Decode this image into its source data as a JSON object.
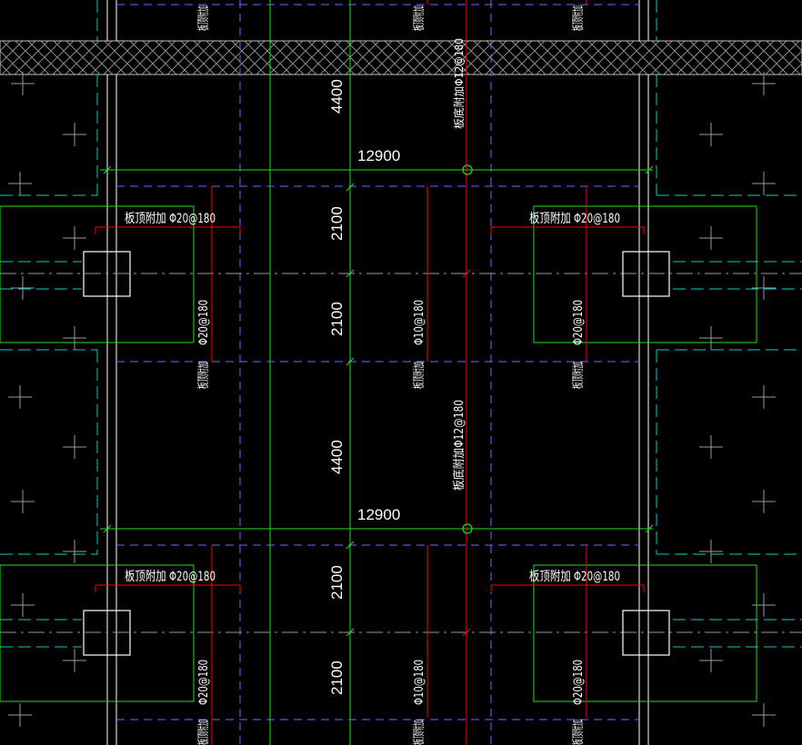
{
  "colors": {
    "background": "#000000",
    "white": "#ffffff",
    "red": "#ff0000",
    "green": "#00ff00",
    "cyan": "#00cccc",
    "blue_dash": "#6b6bff",
    "grey": "#9a9a9a",
    "hatch": "#8a8a8a"
  },
  "labels": {
    "dim_horizontal": "12900",
    "dim_4400": "4400",
    "dim_2100": "2100",
    "top_vertical": "板底附加Φ12@180",
    "center_vertical": "板底附加Φ12@180",
    "horizontal_rebar": "板顶附加 Φ20@180",
    "vertical_phi20": "Φ20@180",
    "vertical_phi10": "Φ10@180",
    "vertical_prefix": "板顶附加",
    "top_edge_label": "板顶附加"
  }
}
